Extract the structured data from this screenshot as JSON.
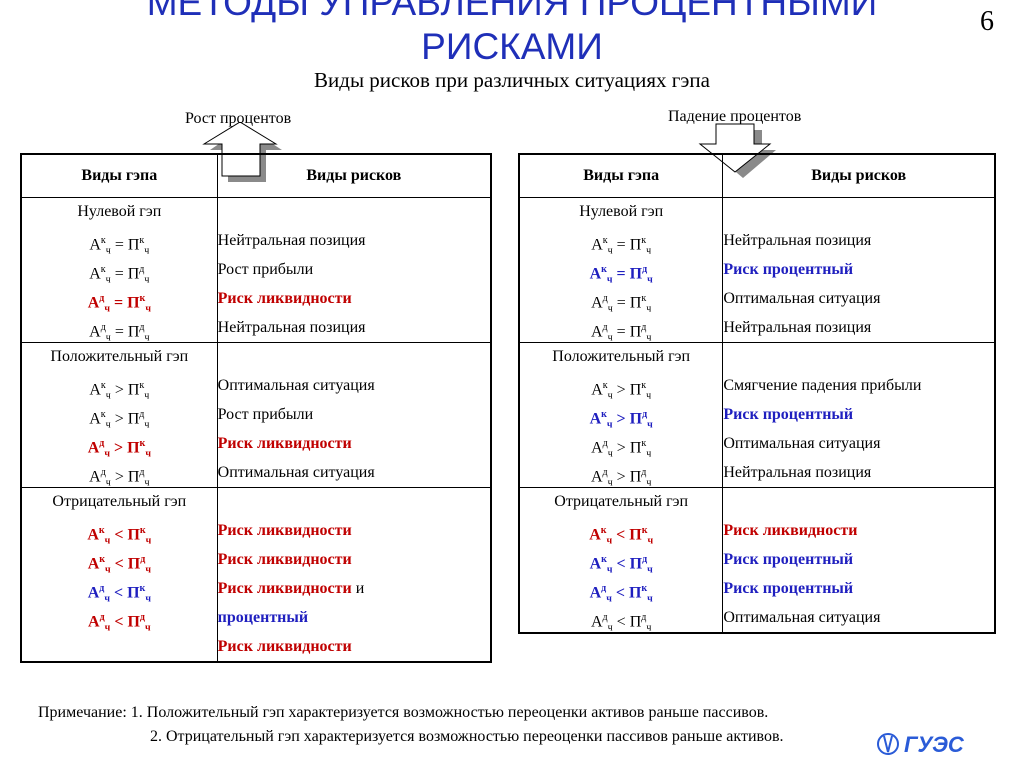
{
  "title_line1": "МЕТОДЫ УПРАВЛЕНИЯ ПРОЦЕНТНЫМИ",
  "title_line2": "РИСКАМИ",
  "slide_number": "6",
  "subtitle": "Виды рисков при различных ситуациях гэпа",
  "left": {
    "arrow_label": "Рост процентов",
    "arrow_icon": "up-arrow-icon",
    "col_gap": "Виды гэпа",
    "col_risk": "Виды рисков",
    "sections": [
      {
        "header": "Нулевой гэп",
        "rows": [
          {
            "a": "А",
            "as": "к",
            "asub": "ч",
            "op": " = ",
            "p": "П",
            "ps": "к",
            "psub": "ч",
            "gap_style": "blk",
            "risk": "Нейтральная позиция",
            "risk_style": "blk"
          },
          {
            "a": "А",
            "as": "к",
            "asub": "ч",
            "op": " = ",
            "p": "П",
            "ps": "д",
            "psub": "ч",
            "gap_style": "blk",
            "risk": "Рост прибыли",
            "risk_style": "blk"
          },
          {
            "a": "А",
            "as": "",
            "asub": "ч",
            "op": " = ",
            "p": "П",
            "ps": "к",
            "psub": "ч",
            "gap_style": "red",
            "risk": "Риск ликвидности",
            "risk_style": "red",
            "a_sup_override": "д"
          },
          {
            "a": "А",
            "as": "д",
            "asub": "ч",
            "op": " = ",
            "p": "П",
            "ps": "д",
            "psub": "ч",
            "gap_style": "blk",
            "risk": "Нейтральная позиция",
            "risk_style": "blk"
          }
        ]
      },
      {
        "header": "Положительный гэп",
        "rows": [
          {
            "a": "А",
            "as": "к",
            "asub": "ч",
            "op": " > ",
            "p": "П",
            "ps": "к",
            "psub": "ч",
            "gap_style": "blk",
            "risk": "Оптимальная ситуация",
            "risk_style": "blk"
          },
          {
            "a": "А",
            "as": "к",
            "asub": "ч",
            "op": " > ",
            "p": "П",
            "ps": "д",
            "psub": "ч",
            "gap_style": "blk",
            "risk": "Рост прибыли",
            "risk_style": "blk"
          },
          {
            "a": "А",
            "as": "д",
            "asub": "ч",
            "op": " > ",
            "p": "П",
            "ps": "к",
            "psub": "ч",
            "gap_style": "red",
            "risk": "Риск ликвидности",
            "risk_style": "red"
          },
          {
            "a": "А",
            "as": "д",
            "asub": "ч",
            "op": " > ",
            "p": "П",
            "ps": "д",
            "psub": "ч",
            "gap_style": "blk",
            "risk": "Оптимальная ситуация",
            "risk_style": "blk"
          }
        ]
      },
      {
        "header": "Отрицательный гэп",
        "rows": [
          {
            "a": "А",
            "as": "к",
            "asub": "ч",
            "op": " < ",
            "p": "П",
            "ps": "к",
            "psub": "ч",
            "gap_style": "red",
            "risk": "Риск ликвидности",
            "risk_style": "red"
          },
          {
            "a": "А",
            "as": "к",
            "asub": "ч",
            "op": " < ",
            "p": "П",
            "ps": "д",
            "psub": "ч",
            "gap_style": "red",
            "risk": "Риск ликвидности",
            "risk_style": "red"
          },
          {
            "a": "А",
            "as": "д",
            "asub": "ч",
            "op": " < ",
            "p": "П",
            "ps": "к",
            "psub": "ч",
            "gap_style": "blue",
            "risk": "Риск ликвидности",
            "risk_style": "red",
            "risk_extra": " и",
            "risk_line2": "процентный",
            "risk_line2_style": "blue"
          },
          {
            "a": "А",
            "as": "д",
            "asub": "ч",
            "op": " < ",
            "p": "П",
            "ps": "д",
            "psub": "ч",
            "gap_style": "red",
            "risk": "Риск ликвидности",
            "risk_style": "red"
          }
        ]
      }
    ]
  },
  "right": {
    "arrow_label": "Падение процентов",
    "arrow_icon": "down-arrow-icon",
    "col_gap": "Виды гэпа",
    "col_risk": "Виды рисков",
    "sections": [
      {
        "header": "Нулевой гэп",
        "rows": [
          {
            "a": "А",
            "as": "к",
            "asub": "ч",
            "op": " = ",
            "p": "П",
            "ps": "к",
            "psub": "ч",
            "gap_style": "blk",
            "risk": "Нейтральная позиция",
            "risk_style": "blk"
          },
          {
            "a": "А",
            "as": "к",
            "asub": "ч",
            "op": " = ",
            "p": "П",
            "ps": "д",
            "psub": "ч",
            "gap_style": "blue",
            "risk": "Риск процентный",
            "risk_style": "blue"
          },
          {
            "a": "А",
            "as": "д",
            "asub": "ч",
            "op": " = ",
            "p": "П",
            "ps": "к",
            "psub": "ч",
            "gap_style": "blk",
            "risk": "Оптимальная ситуация",
            "risk_style": "blk"
          },
          {
            "a": "А",
            "as": "д",
            "asub": "ч",
            "op": " = ",
            "p": "П",
            "ps": "д",
            "psub": "ч",
            "gap_style": "blk",
            "risk": "Нейтральная позиция",
            "risk_style": "blk"
          }
        ]
      },
      {
        "header": "Положительный гэп",
        "rows": [
          {
            "a": "А",
            "as": "к",
            "asub": "ч",
            "op": " > ",
            "p": "П",
            "ps": "к",
            "psub": "ч",
            "gap_style": "blk",
            "risk": "Смягчение падения прибыли",
            "risk_style": "blk"
          },
          {
            "a": "А",
            "as": "к",
            "asub": "ч",
            "op": " > ",
            "p": "П",
            "ps": "д",
            "psub": "ч",
            "gap_style": "blue",
            "risk": "Риск процентный",
            "risk_style": "blue"
          },
          {
            "a": "А",
            "as": "д",
            "asub": "ч",
            "op": " > ",
            "p": "П",
            "ps": "к",
            "psub": "ч",
            "gap_style": "blk",
            "risk": "Оптимальная ситуация",
            "risk_style": "blk"
          },
          {
            "a": "А",
            "as": "д",
            "asub": "ч",
            "op": " > ",
            "p": "П",
            "ps": "д",
            "psub": "ч",
            "gap_style": "blk",
            "risk": "Нейтральная позиция",
            "risk_style": "blk"
          }
        ]
      },
      {
        "header": "Отрицательный гэп",
        "rows": [
          {
            "a": "А",
            "as": "к",
            "asub": "ч",
            "op": " < ",
            "p": "П",
            "ps": "к",
            "psub": "ч",
            "gap_style": "red",
            "risk": "Риск ликвидности",
            "risk_style": "red"
          },
          {
            "a": "А",
            "as": "к",
            "asub": "ч",
            "op": " < ",
            "p": "П",
            "ps": "д",
            "psub": "ч",
            "gap_style": "blue",
            "risk": "Риск процентный",
            "risk_style": "blue"
          },
          {
            "a": "А",
            "as": "д",
            "asub": "ч",
            "op": " < ",
            "p": "П",
            "ps": "к",
            "psub": "ч",
            "gap_style": "blue",
            "risk": "Риск процентный",
            "risk_style": "blue"
          },
          {
            "a": "А",
            "as": "д",
            "asub": "ч",
            "op": " < ",
            "p": "П",
            "ps": "д",
            "psub": "ч",
            "gap_style": "blk",
            "risk": "Оптимальная ситуация",
            "risk_style": "blk"
          }
        ]
      }
    ]
  },
  "note_line1": "Примечание: 1. Положительный гэп характеризуется возможностью переоценки активов раньше пассивов.",
  "note_line2": "2. Отрицательный гэп характеризуется возможностью переоценки пассивов раньше активов.",
  "logo_text": "ГУЭС",
  "colors": {
    "title": "#1f2fb8",
    "red": "#c00000",
    "blue": "#1f1fbf",
    "logo": "#2a5bd7"
  }
}
